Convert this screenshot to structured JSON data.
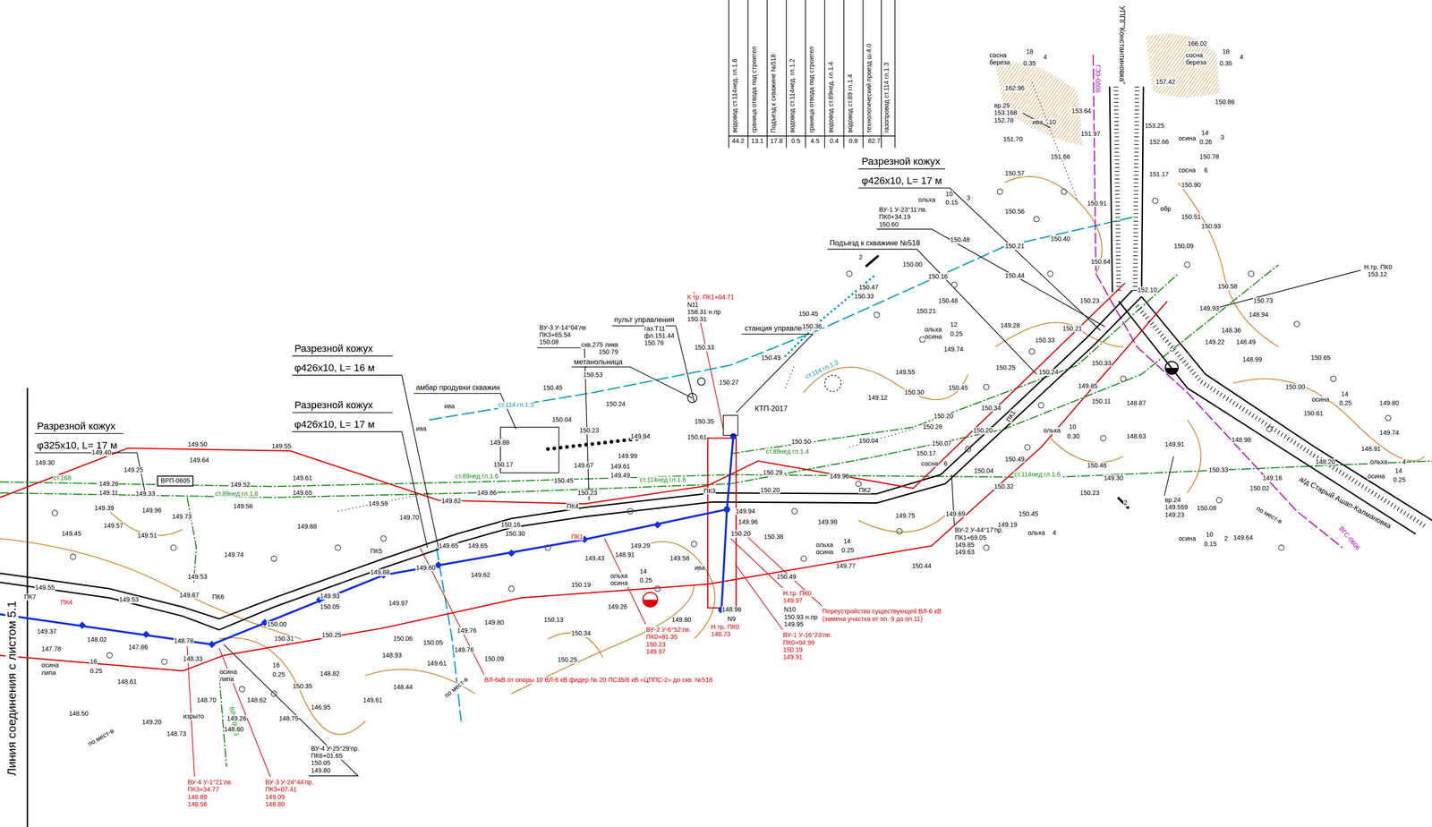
{
  "diagram": {
    "nodes": [
      {
        "text": [
          "ВРП-0605"
        ]
      }
    ],
    "labels": [
      "водовод ст.114нед. гл.1.6",
      "граница отвода под строител",
      "Подъезд к скважине №518",
      "водовод ст.114нед. гл.1.2",
      "граница отвода под строител",
      "водовод ст.89нед. гл.1.4",
      "водовод ст.89 гл.1.4",
      "технологический проезд ш.4.0",
      "газопровод ст.114 гл.1.3",
      "44.2",
      "13.1",
      "17.8",
      "0.5",
      "4.5",
      "0.4",
      "0.8",
      "82.7",
      "Разрезной кожух",
      "φ325х10, L= 17 м",
      "Разрезной кожух",
      "φ426х10, L= 16 м",
      "Разрезной кожух",
      "φ426х10, L= 17 м",
      "Разрезной кожух",
      "φ426х10, L= 17 м",
      "станция управления",
      "КТП-2017",
      "пульт управления",
      "газ.Т11",
      "фл.151.44",
      "150.76",
      "скв.275 ликв",
      "150.79",
      "метанольница",
      "амбар продувки скважин",
      "ВУ-3 У-14°04'лв",
      "ПК3+65.54",
      "150.08",
      "К тр. ПК1+04.71",
      "N11",
      "158.31 н.пр",
      "150.31",
      "Подъезд к скважине №518",
      "ВУ-1 У-23°11'лв.",
      "ПК0+34.19",
      "150.60",
      "УППГ\"Константиновка\"",
      "ГЭЗ-0606",
      "Н.тр. ПК0",
      "153.12",
      "а/д Старый Ашап-Калмановка",
      "ВГС-0606",
      "по мест-в",
      "вр.24",
      "149.559",
      "149.23",
      "вр.25",
      "153.168",
      "152.78",
      "ВУ-2 У-44°17'пр.",
      "ПК1+69.05",
      "149.85",
      "149.63",
      "Переустройство существующей ВЛ-6 кВ",
      "(замена участка от оп. 9 до оп.11)",
      "ВЛ-6кВ от опоры 10 ВЛ-6 кВ фидер № 20 ПС35/6 кВ «ЦППС-2» до скв. №518",
      "ВУ-2 У-6°52'лв.",
      "ПК0+81.35",
      "150.23",
      "149.97",
      "Н.тр. ПК0",
      "149.97",
      "N10",
      "150.93 н.пр",
      "149.95",
      "ВУ-1 У-16°23'лв.",
      "ПК0+04.99",
      "150.19",
      "149.91",
      "N9",
      "Н.тр. ПК0",
      "148.73",
      "148.96",
      "ВУ-4 У-1°21'лв.",
      "ПК3+34.77",
      "148.89",
      "148.56",
      "ВУ-3 У-24°44'пр.",
      "ПК3+07.41",
      "149.09",
      "148.80",
      "ВУ-4 У-25°29'пр.",
      "ПК6+01.65",
      "150.05",
      "149.80",
      "Линия соединения с листом 5.1",
      "ПК7",
      "ПК6",
      "ПК5",
      "ПК4",
      "ПК3",
      "ПК2",
      "ПК1",
      "ПК4",
      "ПК1",
      "ВРП-0606",
      "изрыто",
      "по мест-в",
      "по мест-в",
      "ст.89нед гл.1.6",
      "ст.114нед гл.1.6",
      "ст.89нед гл.1.4",
      "ст.114нед гл.1.6",
      "ст.168",
      "ст.89нед гл.1.6",
      "ст.114 гл.1.3",
      "ст.114 гл.1.3",
      "сосна",
      "береза",
      "18",
      "0.35",
      "4",
      "сосна",
      "береза",
      "18",
      "0.35",
      "4",
      "ива",
      "10",
      "ольха",
      "10",
      "0.15",
      "3",
      "осина",
      "14",
      "0.26",
      "3",
      "ольха",
      "осина",
      "12",
      "0.25",
      "ольха",
      "10",
      "0.30",
      "осина",
      "14",
      "0.25",
      "ольха",
      "4",
      "осина",
      "14",
      "0.25",
      "осина",
      "10",
      "0.15",
      "2",
      "ольха",
      "осина",
      "14",
      "0.25",
      "осина",
      "липа",
      "16",
      "0.25",
      "осина",
      "липа",
      "16",
      "0.25",
      "ива",
      "ива",
      "ива",
      "сосна",
      "6",
      "ольха",
      "4",
      "ольха",
      "осина",
      "14",
      "0.25",
      "сосна",
      "6",
      "обр",
      "2",
      "2",
      "149.50",
      "149.64",
      "149.55",
      "149.30",
      "149.40",
      "149.25",
      "149.26",
      "149.11",
      "149.33",
      "149.39",
      "149.57",
      "149.45",
      "149.51",
      "149.96",
      "149.73",
      "149.52",
      "149.61",
      "149.65",
      "149.56",
      "149.59",
      "149.88",
      "149.74",
      "149.53",
      "149.55",
      "149.53",
      "149.67",
      "149.37",
      "148.02",
      "147.86",
      "148.78",
      "147.78",
      "148.61",
      "148.50",
      "149.20",
      "148.73",
      "148.70",
      "148.60",
      "149.26",
      "148.33",
      "148.62",
      "146.95",
      "148.75",
      "148.93",
      "148.44",
      "149.61",
      "150.35",
      "148.82",
      "150.31",
      "150.25",
      "150.05",
      "149.93",
      "150.00",
      "149.88",
      "149.97",
      "150.06",
      "150.05",
      "149.61",
      "149.76",
      "149.76",
      "149.60",
      "149.65",
      "149.70",
      "149.82",
      "149.86",
      "149.65",
      "149.62",
      "149.80",
      "150.09",
      "150.25",
      "150.13",
      "150.34",
      "150.19",
      "149.26",
      "149.43",
      "148.91",
      "149.29",
      "149.58",
      "149.80",
      "150.16",
      "150.30",
      "150.23",
      "150.45",
      "150.17",
      "149.88",
      "150.04",
      "150.23",
      "150.24",
      "150.45",
      "150.53",
      "149.94",
      "149.67",
      "149.61",
      "149.49",
      "149.99",
      "150.61",
      "150.35",
      "150.29",
      "150.20",
      "150.50",
      "150.49",
      "150.45",
      "150.36",
      "150.33",
      "150.27",
      "149.94",
      "149.96",
      "150.20",
      "150.38",
      "150.49",
      "149.98",
      "149.77",
      "150.44",
      "149.75",
      "149.96",
      "149.69",
      "150.04",
      "150.17",
      "150.07",
      "150.26",
      "150.20",
      "150.34",
      "150.30",
      "150.45",
      "149.55",
      "149.74",
      "149.28",
      "149.12",
      "150.25",
      "150.24",
      "150.33",
      "150.21",
      "150.33",
      "149.85",
      "150.11",
      "150.20",
      "150.49",
      "150.04",
      "150.32",
      "150.45",
      "149.19",
      "150.23",
      "150.46",
      "149.30",
      "148.87",
      "148.63",
      "149.91",
      "150.21",
      "150.00",
      "150.16",
      "150.48",
      "150.48",
      "150.21",
      "150.33",
      "150.47",
      "150.56",
      "150.57",
      "150.40",
      "150.44",
      "150.64",
      "150.23",
      "151.70",
      "151.66",
      "151.97",
      "150.91",
      "153.64",
      "162.96",
      "166.02",
      "157.42",
      "150.86",
      "153.25",
      "152.66",
      "150.78",
      "151.17",
      "150.90",
      "150.51",
      "150.93",
      "150.09",
      "152.10",
      "150.58",
      "150.73",
      "149.93",
      "149.22",
      "148.36",
      "148.94",
      "148.49",
      "148.99",
      "150.65",
      "150.00",
      "150.61",
      "149.80",
      "149.74",
      "148.91",
      "148.98",
      "148.20",
      "149.16",
      "150.02",
      "150.33",
      "150.08",
      "149.64"
    ]
  }
}
